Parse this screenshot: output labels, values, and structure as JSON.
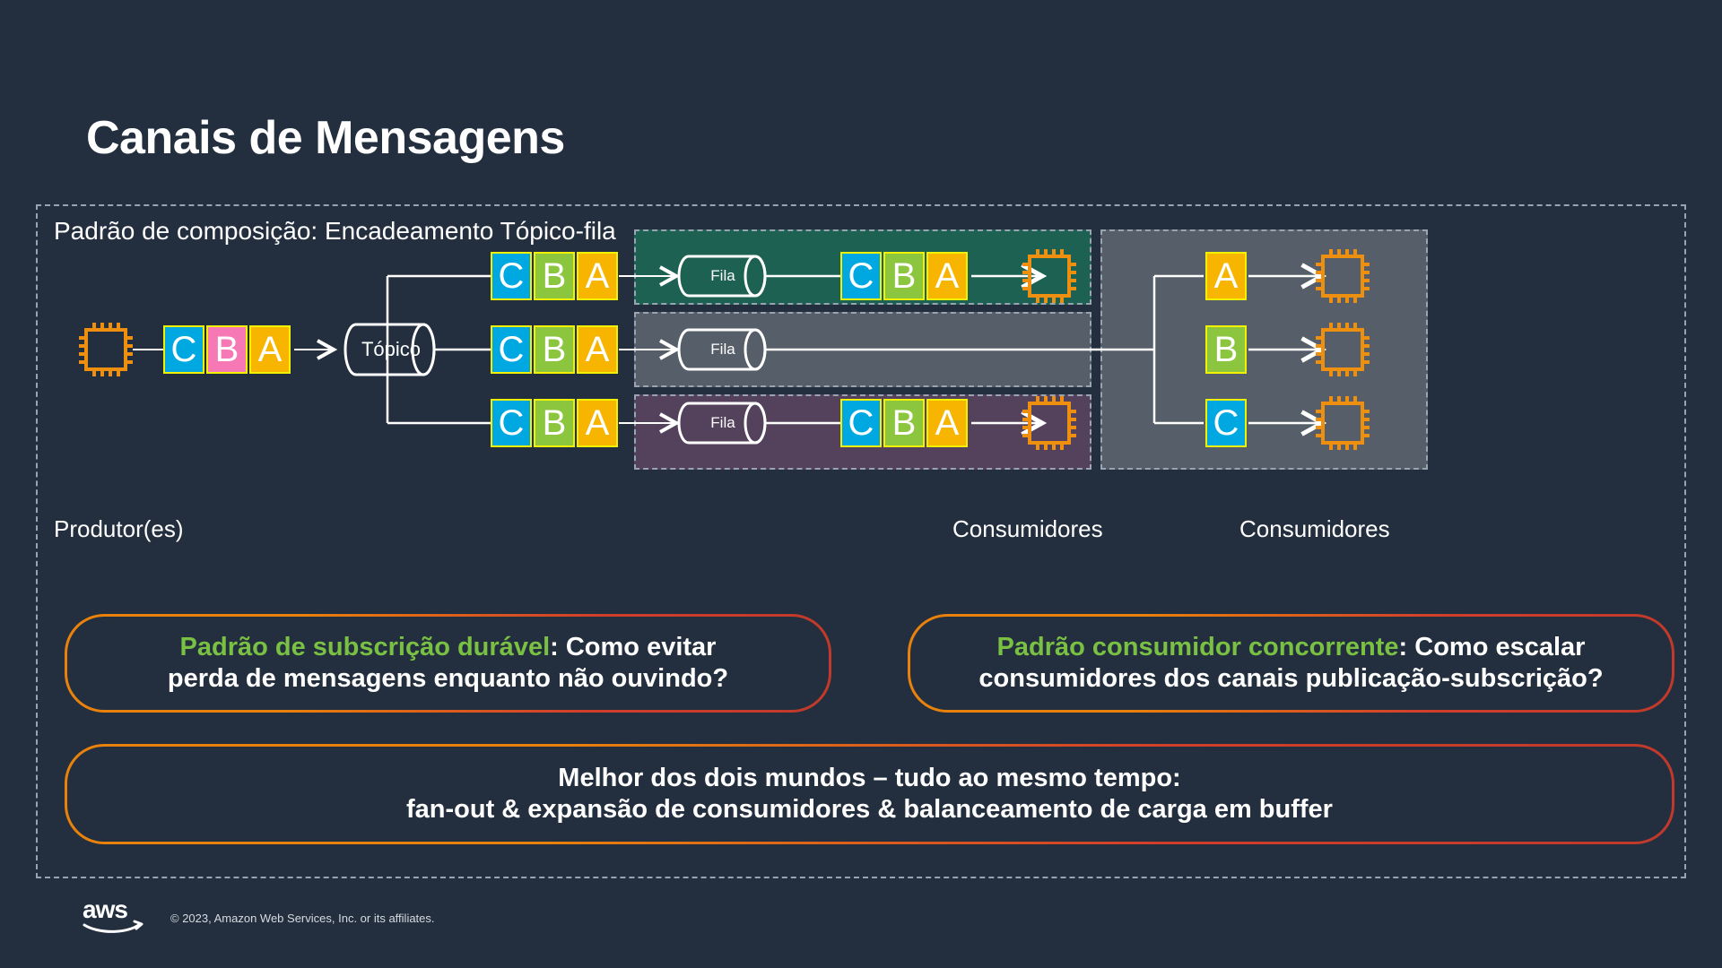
{
  "slide": {
    "title": "Canais de Mensagens",
    "subtitle": "Padrão de composição: Encadeamento Tópico-fila",
    "background_color": "#232f3e"
  },
  "diagram": {
    "producer_label": "Produtor(es)",
    "consumers_label_left": "Consumidores",
    "consumers_label_right": "Consumidores",
    "topic": {
      "label": "Tópico",
      "shape": "cylinder"
    },
    "producer_messages": [
      {
        "letter": "C",
        "color": "#00a8e1"
      },
      {
        "letter": "B",
        "color": "#f678b5"
      },
      {
        "letter": "A",
        "color": "#f7b500"
      }
    ],
    "branch_messages": [
      {
        "letter": "C",
        "color": "#00a8e1"
      },
      {
        "letter": "B",
        "color": "#8cc63e"
      },
      {
        "letter": "A",
        "color": "#f7b500"
      }
    ],
    "queue_rows": [
      {
        "queue_label": "Fila",
        "panel_color": "#1d6152",
        "messages": [
          {
            "letter": "C",
            "color": "#00a8e1"
          },
          {
            "letter": "B",
            "color": "#8cc63e"
          },
          {
            "letter": "A",
            "color": "#f7b500"
          }
        ],
        "has_consumer": true
      },
      {
        "queue_label": "Fila",
        "panel_color": "#565e69",
        "messages": [],
        "has_consumer": false
      },
      {
        "queue_label": "Fila",
        "panel_color": "#54415c",
        "messages": [
          {
            "letter": "C",
            "color": "#00a8e1"
          },
          {
            "letter": "B",
            "color": "#8cc63e"
          },
          {
            "letter": "A",
            "color": "#f7b500"
          }
        ],
        "has_consumer": true
      }
    ],
    "scaling_panel": {
      "panel_color": "#565e69",
      "messages": [
        {
          "letter": "A",
          "color": "#f7b500"
        },
        {
          "letter": "B",
          "color": "#8cc63e"
        },
        {
          "letter": "C",
          "color": "#00a8e1"
        }
      ]
    },
    "chip_color": "#ee8f0f"
  },
  "callouts": [
    {
      "highlight": "Padrão de subscrição durável",
      "line1_rest": ": Como evitar",
      "line2": "perda de mensagens enquanto não ouvindo?",
      "border_from": "#e8820c",
      "border_to": "#c0392b"
    },
    {
      "highlight": "Padrão consumidor concorrente",
      "line1_rest": ": Como escalar",
      "line2": "consumidores dos canais publicação-subscrição?",
      "border_from": "#e8820c",
      "border_to": "#c0392b"
    },
    {
      "highlight": "",
      "line1_rest": "Melhor dos dois mundos – tudo ao mesmo tempo:",
      "line2": "fan-out & expansão de consumidores & balanceamento de carga em buffer",
      "border_from": "#e8820c",
      "border_to": "#c0392b"
    }
  ],
  "footer": {
    "logo": "aws-logo",
    "copyright": "© 2023, Amazon Web Services, Inc. or its affiliates."
  }
}
